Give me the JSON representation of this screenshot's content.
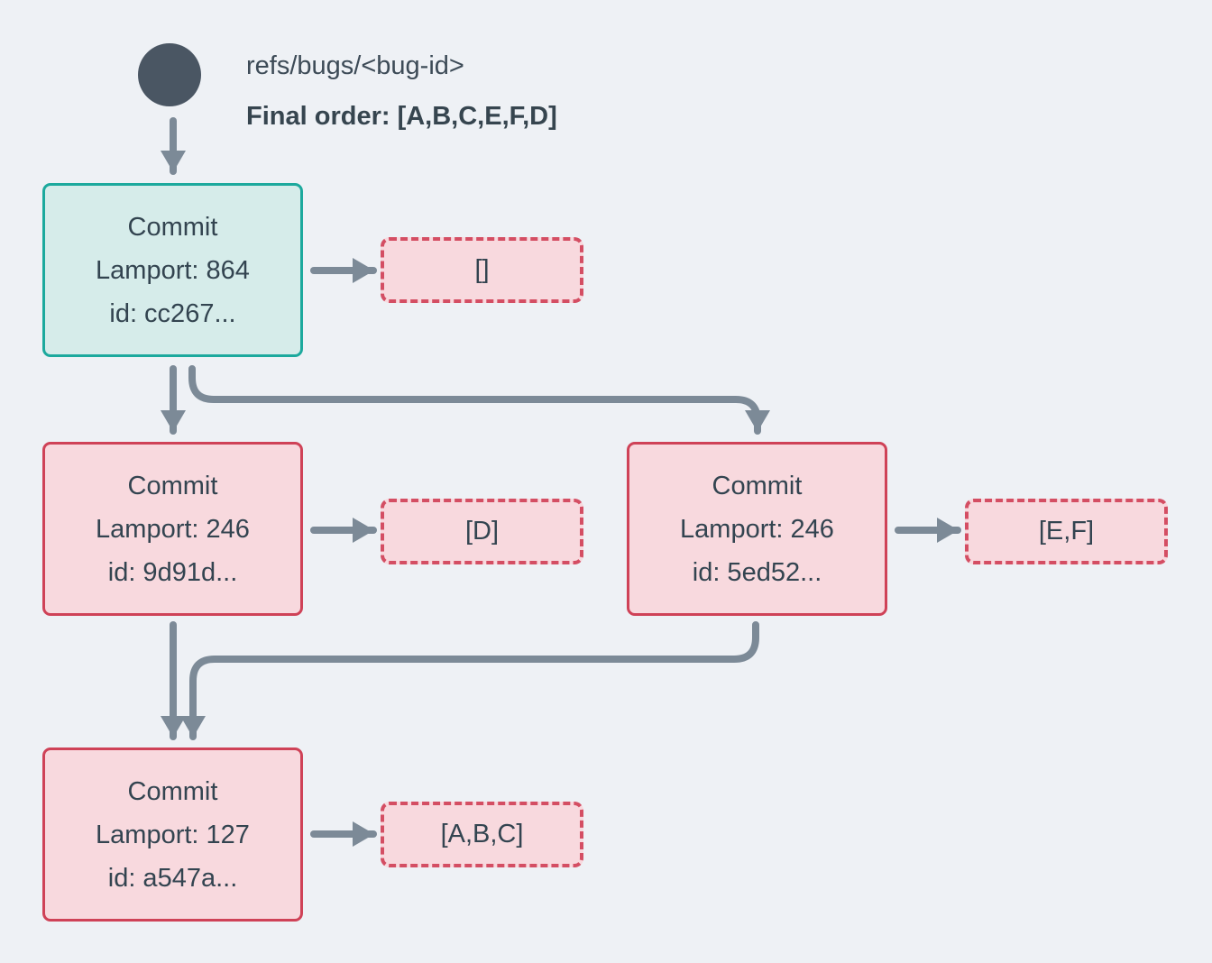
{
  "diagram": {
    "ref": {
      "name": "refs/bugs/<bug-id>",
      "final_order": "Final order: [A,B,C,E,F,D]"
    },
    "nodes": {
      "root": {
        "title": "Commit",
        "lamport": "Lamport: 864",
        "id": "id: cc267...",
        "ops": "[]"
      },
      "left": {
        "title": "Commit",
        "lamport": "Lamport: 246",
        "id": "id: 9d91d...",
        "ops": "[D]"
      },
      "right": {
        "title": "Commit",
        "lamport": "Lamport: 246",
        "id": "id: 5ed52...",
        "ops": "[E,F]"
      },
      "base": {
        "title": "Commit",
        "lamport": "Lamport: 127",
        "id": "id: a547a...",
        "ops": "[A,B,C]"
      }
    },
    "colors": {
      "background": "#eef1f5",
      "text": "#36454f",
      "arrow": "#7c8a97",
      "ref_dot": "#4a5663",
      "root_node_border": "#1ca99d",
      "root_node_fill": "#d6ecea",
      "commit_node_border": "#cf4257",
      "commit_node_fill": "#f8d9de",
      "ops_node_border": "#d44e63",
      "ops_node_fill": "#f8d9de"
    }
  }
}
